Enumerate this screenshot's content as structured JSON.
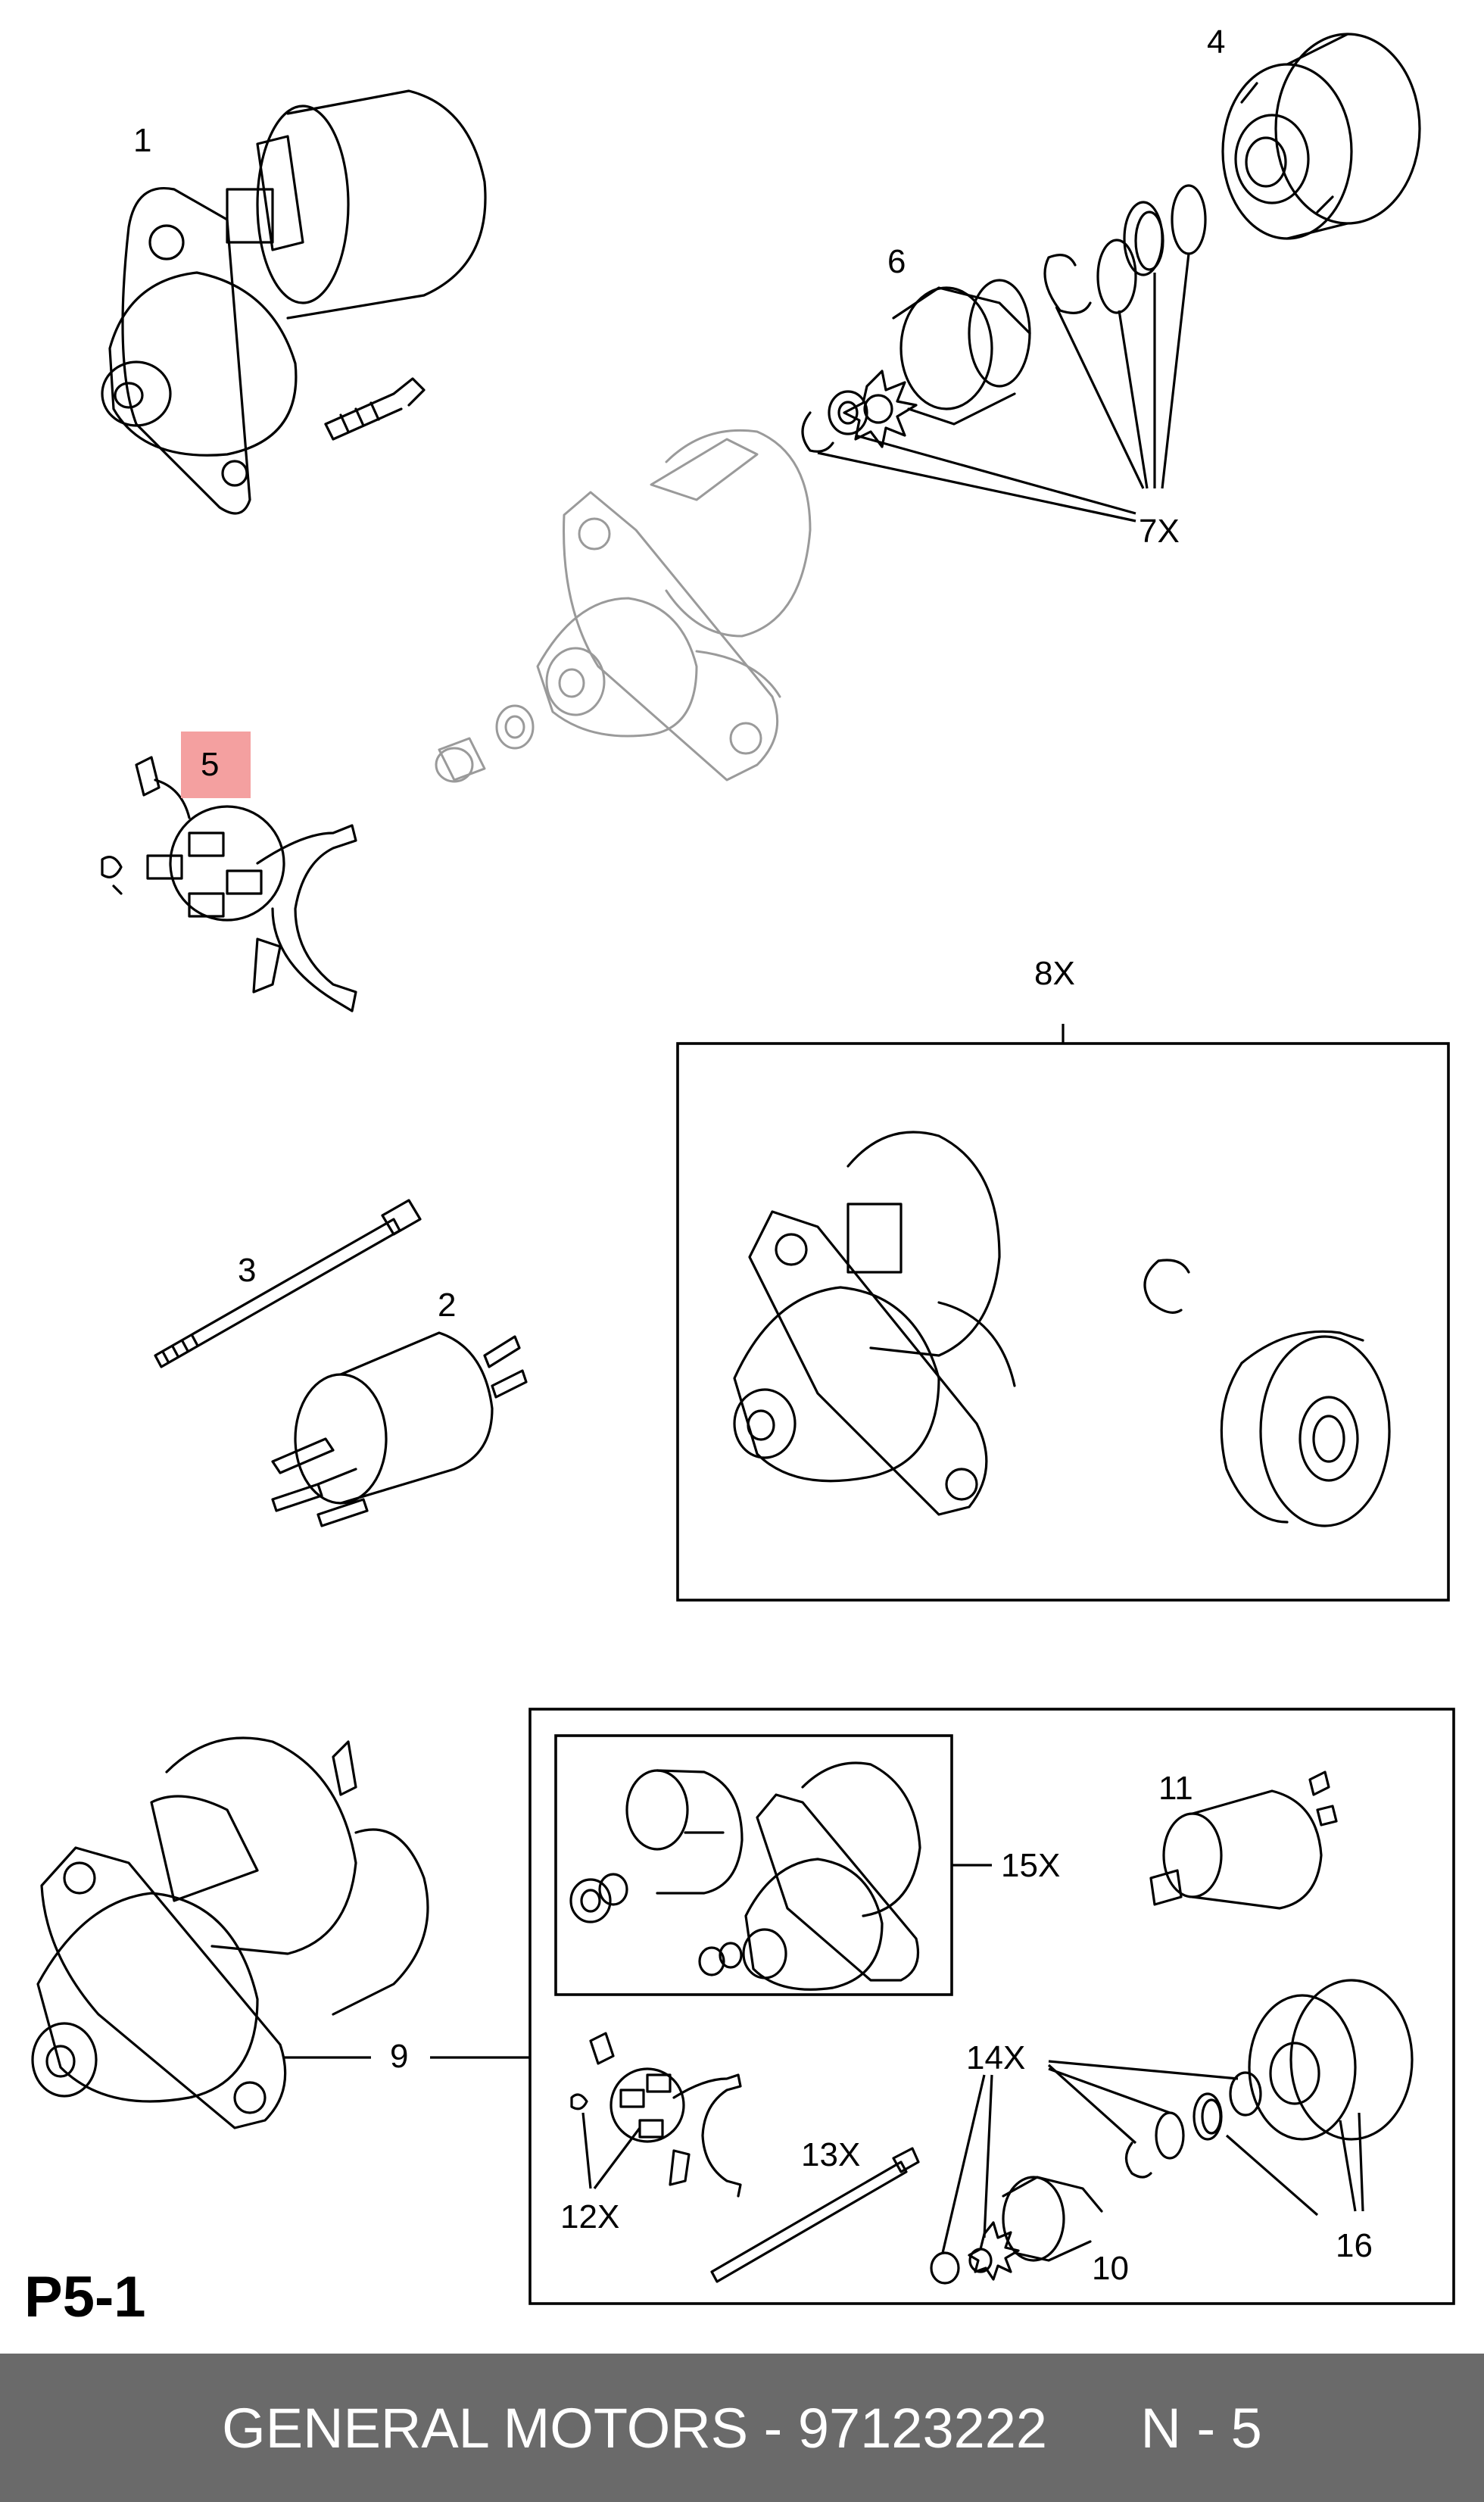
{
  "diagram": {
    "callouts": {
      "c1": "1",
      "c2": "2",
      "c3": "3",
      "c4": "4",
      "c5": "5",
      "c6": "6",
      "c7x": "7X",
      "c8x": "8X",
      "c9": "9",
      "c10": "10",
      "c11": "11",
      "c12x": "12X",
      "c13x": "13X",
      "c14x": "14X",
      "c15x": "15X",
      "c16": "16"
    },
    "highlighted_callout": "5",
    "highlight_color": "#f4a0a0"
  },
  "page_id": "P5-1",
  "footer": {
    "brand": "GENERAL MOTORS",
    "separator": " - ",
    "part_number": "97123222",
    "page_ref": "N - 5",
    "background_color": "#6a6a6a"
  }
}
